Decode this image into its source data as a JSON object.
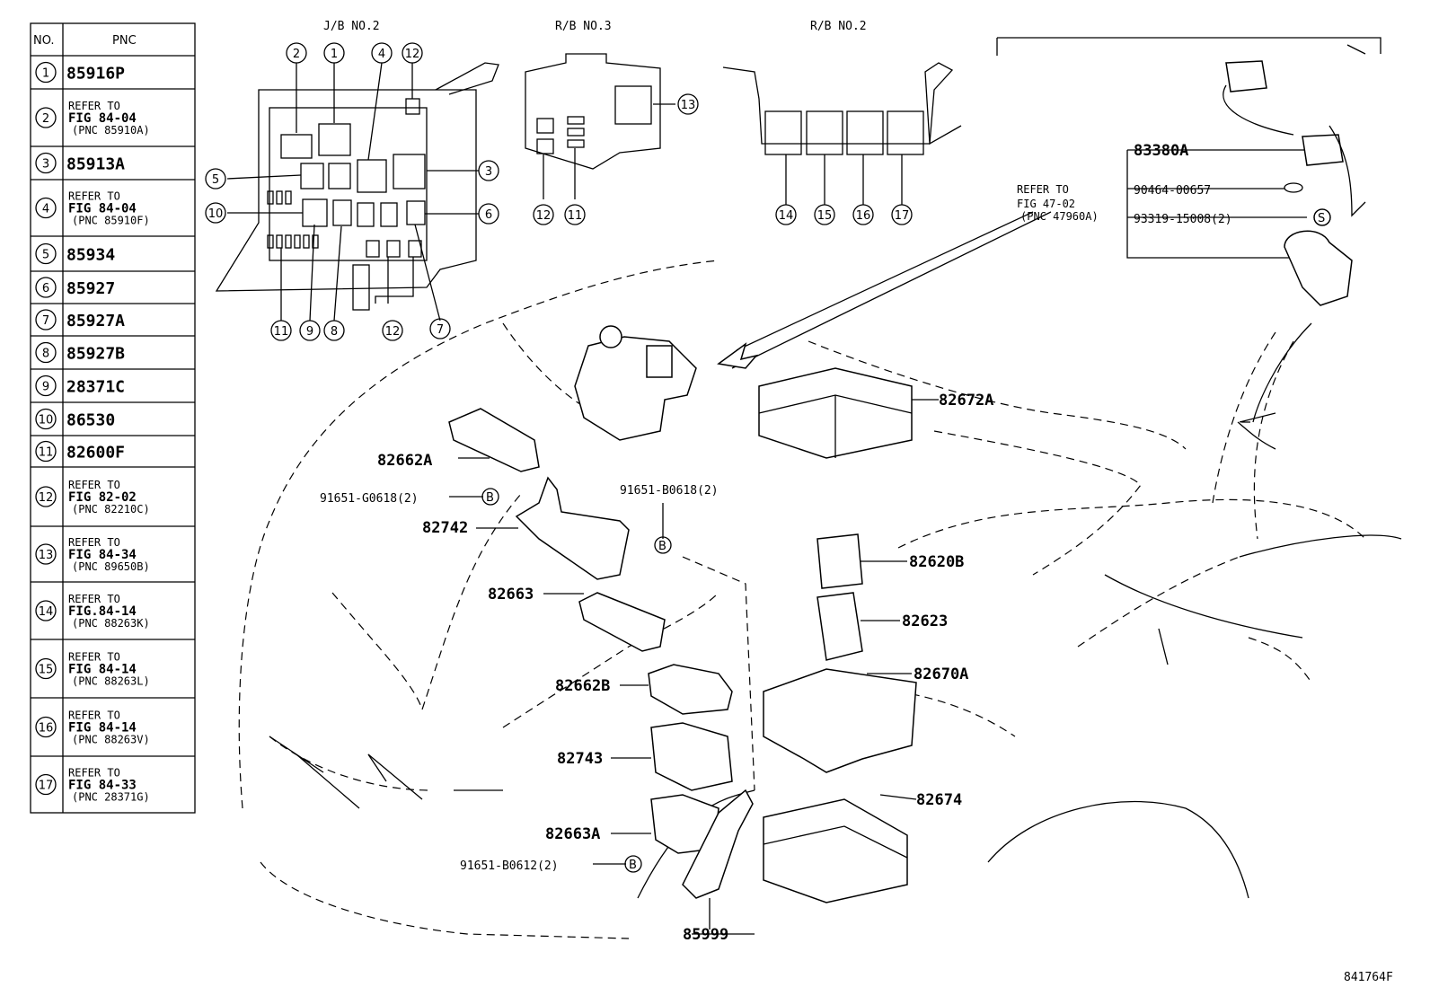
{
  "table": {
    "header_no": "NO.",
    "header_pnc": "PNC",
    "rows": [
      {
        "no": "1",
        "lines": [
          "85916P"
        ]
      },
      {
        "no": "2",
        "lines": [
          "REFER TO",
          "FIG 84-04",
          "(PNC 85910A)"
        ]
      },
      {
        "no": "3",
        "lines": [
          "85913A"
        ]
      },
      {
        "no": "4",
        "lines": [
          "REFER TO",
          "FIG 84-04",
          "(PNC 85910F)"
        ]
      },
      {
        "no": "5",
        "lines": [
          "85934"
        ]
      },
      {
        "no": "6",
        "lines": [
          "85927"
        ]
      },
      {
        "no": "7",
        "lines": [
          "85927A"
        ]
      },
      {
        "no": "8",
        "lines": [
          "85927B"
        ]
      },
      {
        "no": "9",
        "lines": [
          "28371C"
        ]
      },
      {
        "no": "10",
        "lines": [
          "86530"
        ]
      },
      {
        "no": "11",
        "lines": [
          "82600F"
        ]
      },
      {
        "no": "12",
        "lines": [
          "REFER TO",
          "FIG 82-02",
          "(PNC 82210C)"
        ]
      },
      {
        "no": "13",
        "lines": [
          "REFER TO",
          "FIG 84-34",
          "(PNC 89650B)"
        ]
      },
      {
        "no": "14",
        "lines": [
          "REFER TO",
          "FIG.84-14",
          "(PNC 88263K)"
        ]
      },
      {
        "no": "15",
        "lines": [
          "REFER TO",
          "FIG 84-14",
          "(PNC 88263L)"
        ]
      },
      {
        "no": "16",
        "lines": [
          "REFER TO",
          "FIG 84-14",
          "(PNC 88263V)"
        ]
      },
      {
        "no": "17",
        "lines": [
          "REFER TO",
          "FIG 84-33",
          "(PNC 28371G)"
        ]
      }
    ]
  },
  "insets": {
    "jb2": "J/B NO.2",
    "rb3": "R/B NO.3",
    "rb2": "R/B NO.2"
  },
  "inset_callouts": [
    "2",
    "1",
    "4",
    "12",
    "5",
    "3",
    "10",
    "6",
    "11",
    "9",
    "8",
    "12",
    "7",
    "13",
    "12",
    "11",
    "14",
    "15",
    "16",
    "17"
  ],
  "refer": [
    "REFER TO",
    "FIG 47-02",
    "(PNC 47960A)"
  ],
  "parts": {
    "p83380A": "83380A",
    "p90464": "90464-00657",
    "p93319": "93319-15008(2)",
    "s_mark": "S",
    "p82672A": "82672A",
    "p82662A": "82662A",
    "p91651G": "91651-G0618(2)",
    "p82742": "82742",
    "p91651B1": "91651-B0618(2)",
    "p82663": "82663",
    "p82620B": "82620B",
    "p82623": "82623",
    "p82670A": "82670A",
    "p82662B": "82662B",
    "p82743": "82743",
    "p82674": "82674",
    "p82663A": "82663A",
    "p91651B2": "91651-B0612(2)",
    "p85999": "85999",
    "b_mark": "B"
  },
  "figure_id": "841764F"
}
